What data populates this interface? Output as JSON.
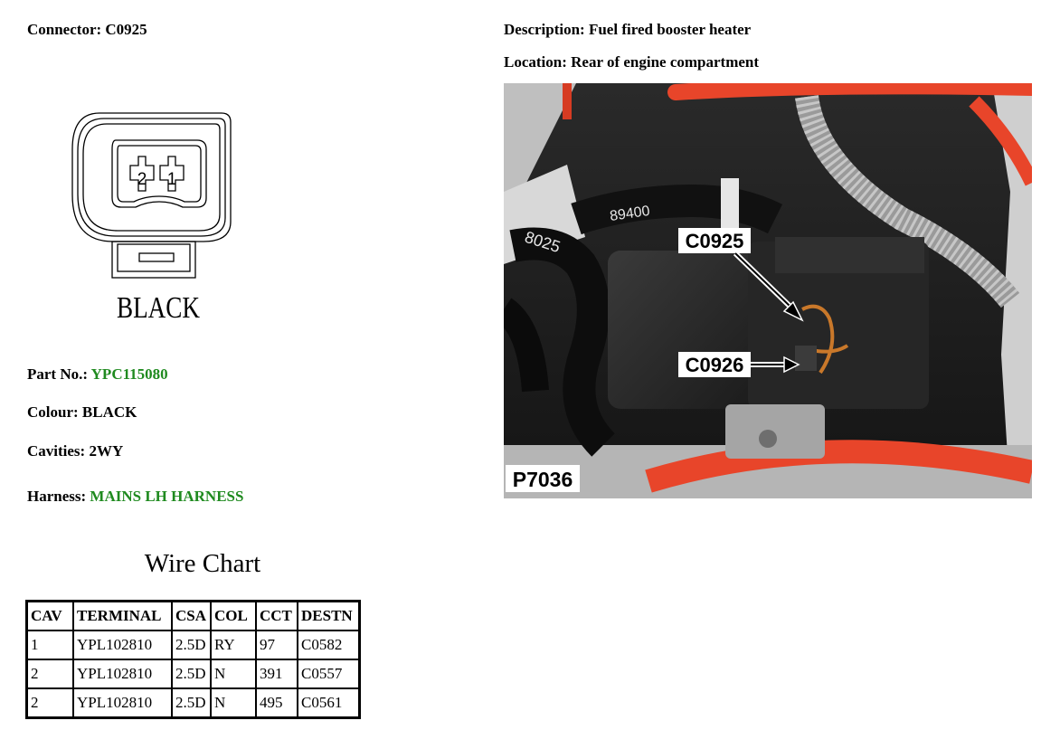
{
  "connector": {
    "label": "Connector:",
    "value": "C0925"
  },
  "description": {
    "label": "Description:",
    "value": "Fuel fired booster heater"
  },
  "location": {
    "label": "Location:",
    "value": "Rear of engine compartment"
  },
  "part_no": {
    "label": "Part No.:",
    "value": "YPC115080"
  },
  "colour": {
    "label": "Colour:",
    "value": "BLACK"
  },
  "cavities": {
    "label": "Cavities:",
    "value": "2WY"
  },
  "harness": {
    "label": "Harness:",
    "value": "MAINS LH HARNESS"
  },
  "diagram": {
    "pin_2": "2",
    "pin_1": "1",
    "colour_label": "BLACK"
  },
  "wire_chart": {
    "title": "Wire Chart",
    "headers": [
      "CAV",
      "TERMINAL",
      "CSA",
      "COL",
      "CCT",
      "DESTN"
    ],
    "rows": [
      [
        "1",
        "YPL102810",
        "2.5D",
        "RY",
        "97",
        "C0582"
      ],
      [
        "2",
        "YPL102810",
        "2.5D",
        "N",
        "391",
        "C0557"
      ],
      [
        "2",
        "YPL102810",
        "2.5D",
        "N",
        "495",
        "C0561"
      ]
    ]
  },
  "photo": {
    "callout_1": "C0925",
    "callout_2": "C0926",
    "ref": "P7036",
    "hose_text_1": "8025",
    "hose_text_2": "89400"
  },
  "colors": {
    "green": "#1f8a1f",
    "hose_orange": "#e8452a"
  }
}
